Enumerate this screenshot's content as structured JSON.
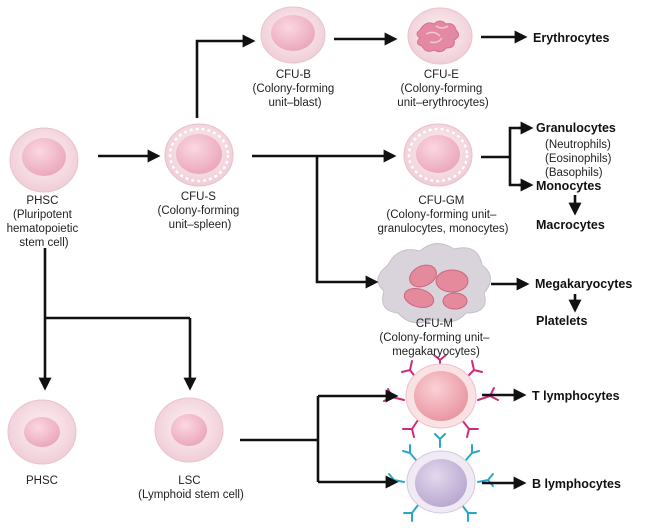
{
  "cells": {
    "phsc_top": [
      "PHSC",
      "(Pluripotent",
      "hematopoietic",
      "stem cell)"
    ],
    "cfu_s": [
      "CFU-S",
      "(Colony-forming",
      "unit–spleen)"
    ],
    "cfu_b": [
      "CFU-B",
      "(Colony-forming",
      "unit–blast)"
    ],
    "cfu_e": [
      "CFU-E",
      "(Colony-forming",
      "unit–erythrocytes)"
    ],
    "cfu_gm": [
      "CFU-GM",
      "(Colony-forming unit–",
      "granulocytes, monocytes)"
    ],
    "cfu_m": [
      "CFU-M",
      "(Colony-forming unit–",
      "megakaryocytes)"
    ],
    "phsc_bottom": [
      "PHSC"
    ],
    "lsc": [
      "LSC",
      "(Lymphoid stem cell)"
    ]
  },
  "outputs": {
    "erythrocytes": "Erythrocytes",
    "granulocytes": "Granulocytes",
    "granulocyte_types": [
      "(Neutrophils)",
      "(Eosinophils)",
      "(Basophils)"
    ],
    "monocytes": "Monocytes",
    "macrocytes": "Macrocytes",
    "megakaryocytes": "Megakaryocytes",
    "platelets": "Platelets",
    "t_lymphocytes": "T lymphocytes",
    "b_lymphocytes": "B lymphocytes"
  },
  "colors": {
    "cell_body": "#f6dde4",
    "nucleus": "#f2b8c9",
    "erythro_blob": "#e489a4",
    "t_cell_receptors": "#cc2d7a",
    "b_cell_receptors": "#2aa6c8",
    "b_cell_nucleus": "#bfb0d4",
    "arrow": "#111111"
  }
}
